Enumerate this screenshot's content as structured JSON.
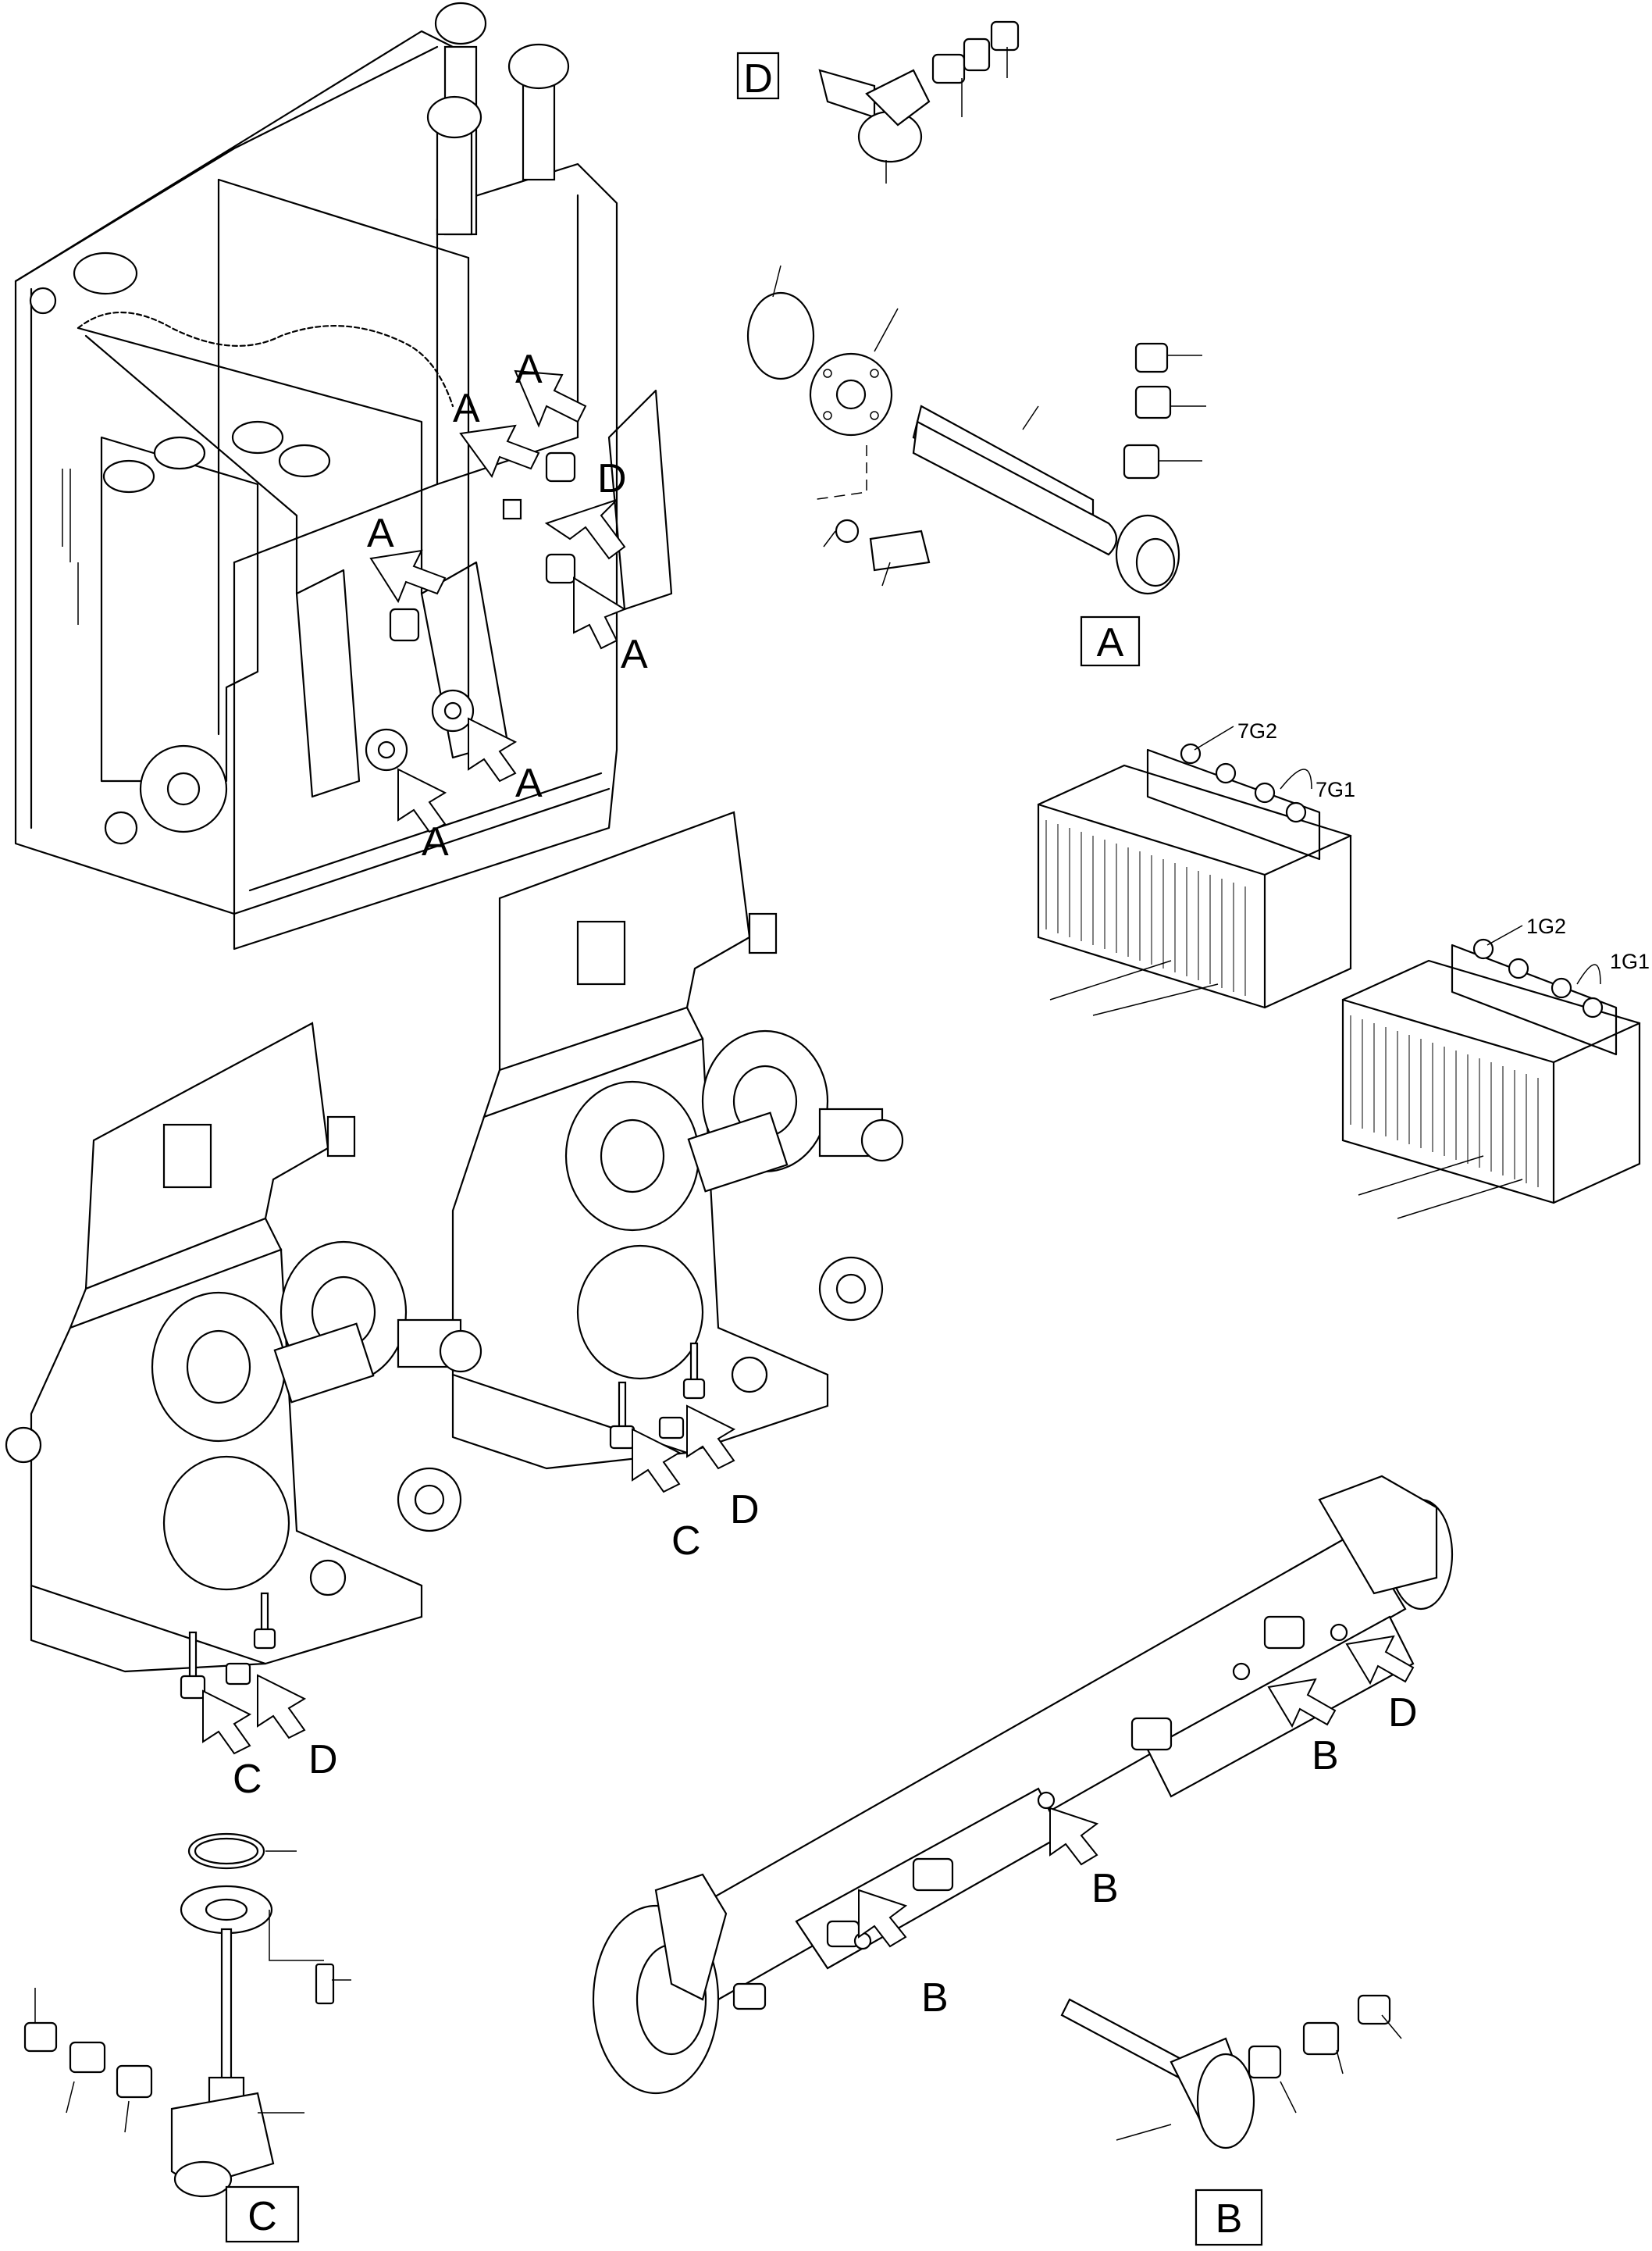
{
  "diagram": {
    "callouts": {
      "a": "A",
      "b": "B",
      "c": "C",
      "d": "D"
    },
    "detail_boxes": {
      "a": "A",
      "b": "B",
      "c": "C",
      "d": "D"
    },
    "battery_refs": {
      "left_top": "7G2",
      "left_second": "7G1",
      "right_top": "1G2",
      "right_second": "1G1"
    }
  }
}
